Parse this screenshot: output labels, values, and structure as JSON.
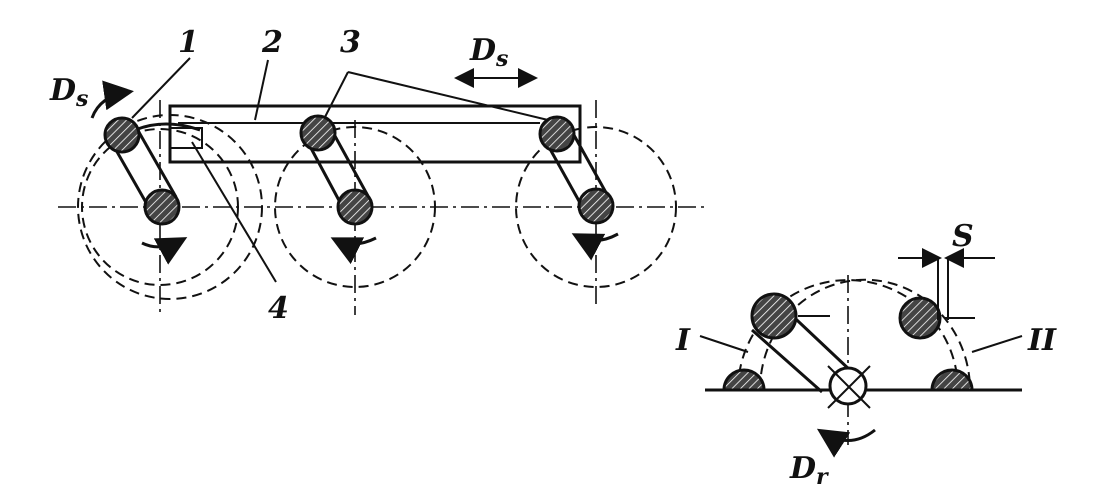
{
  "labels": {
    "n1": "1",
    "n2": "2",
    "n3": "3",
    "n4": "4",
    "ds_left_main": "D",
    "ds_left_sub": "s",
    "ds_top_main": "D",
    "ds_top_sub": "s",
    "s": "S",
    "roman_1": "I",
    "roman_2": "II",
    "dr_main": "D",
    "dr_sub": "r"
  }
}
